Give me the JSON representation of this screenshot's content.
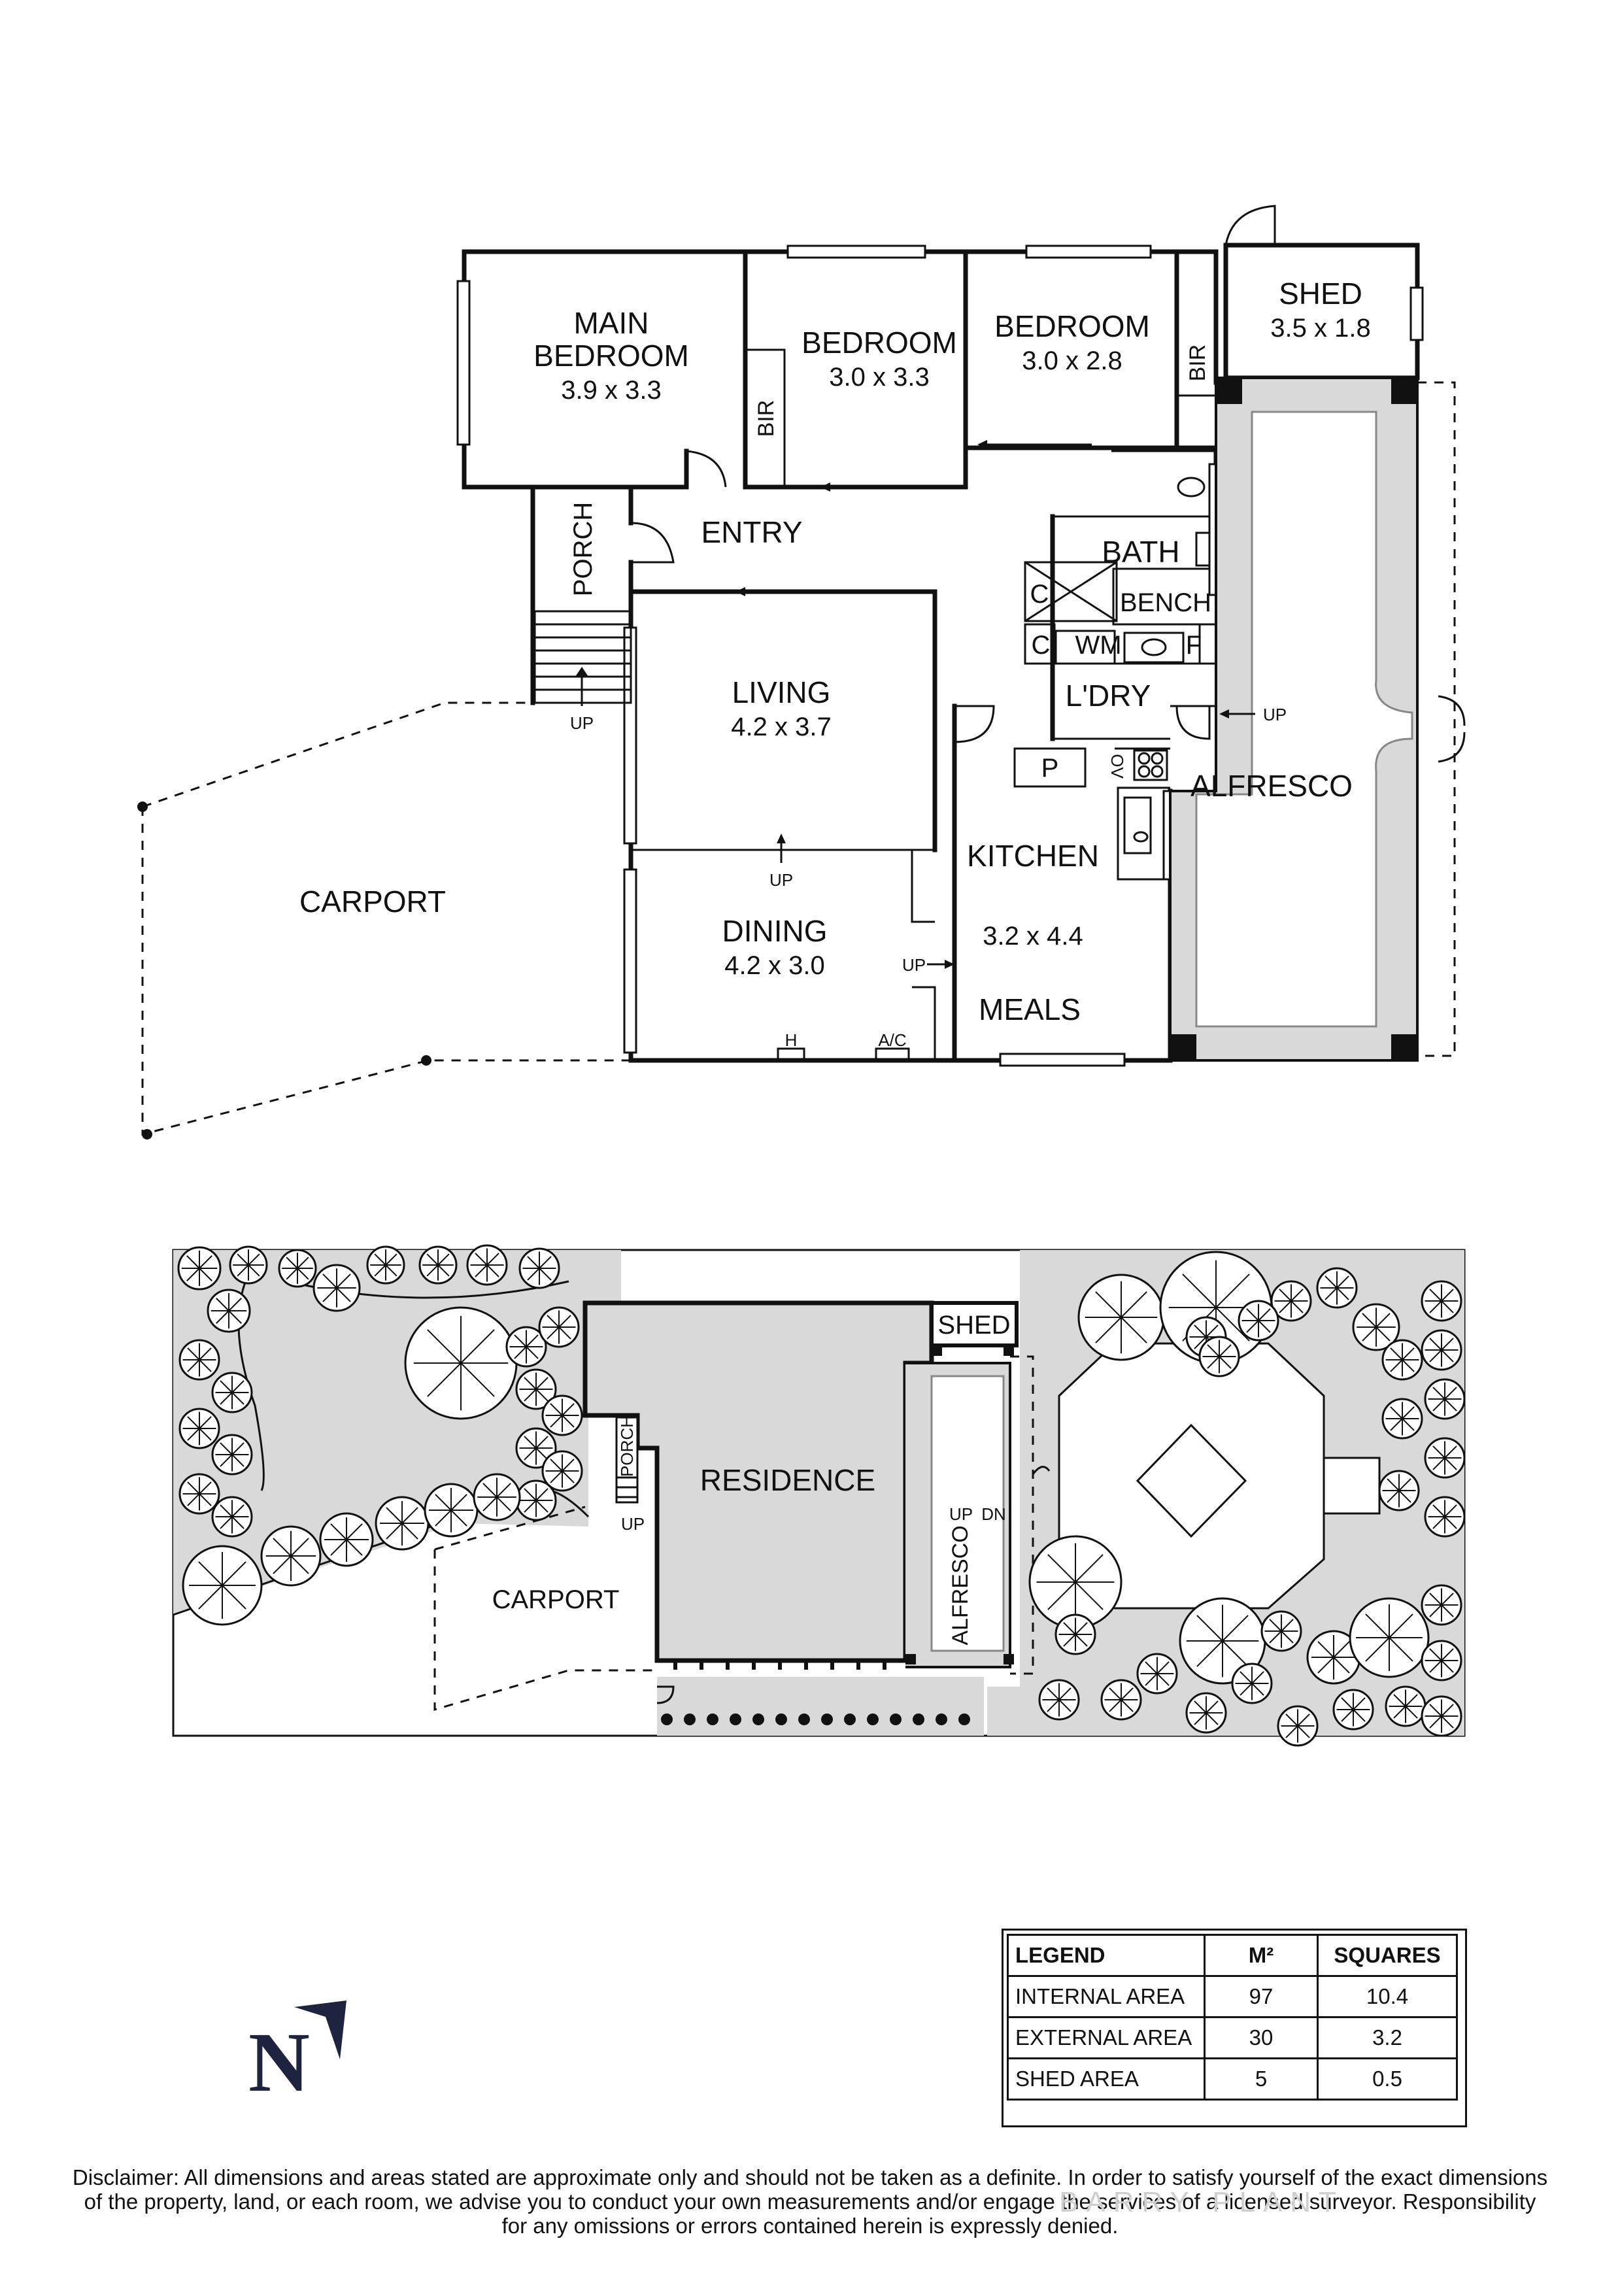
{
  "floorplan": {
    "rooms": [
      {
        "id": "main-bedroom",
        "name_line1": "MAIN",
        "name_line2": "BEDROOM",
        "size": "3.9 x 3.3"
      },
      {
        "id": "bedroom-2",
        "name": "BEDROOM",
        "size": "3.0 x 3.3"
      },
      {
        "id": "bedroom-3",
        "name": "BEDROOM",
        "size": "3.0 x 2.8"
      },
      {
        "id": "shed",
        "name": "SHED",
        "size": "3.5 x 1.8"
      },
      {
        "id": "living",
        "name": "LIVING",
        "size": "4.2 x 3.7"
      },
      {
        "id": "dining",
        "name": "DINING",
        "size": "4.2 x 3.0"
      },
      {
        "id": "kitchen",
        "name": "KITCHEN",
        "size": "3.2 x 4.4"
      }
    ],
    "labels": {
      "entry": "ENTRY",
      "porch": "PORCH",
      "bir": "BIR",
      "bath": "BATH",
      "bench": "BENCH",
      "c": "C",
      "wm": "WM",
      "f": "F",
      "laundry": "L'DRY",
      "pantry": "P",
      "oven": "OV",
      "alfresco": "ALFRESCO",
      "meals": "MEALS",
      "carport": "CARPORT",
      "up": "UP",
      "heater": "H",
      "aircon": "A/C"
    }
  },
  "siteplan": {
    "labels": {
      "shed": "SHED",
      "residence": "RESIDENCE",
      "porch": "PORCH",
      "up": "UP",
      "dn": "DN",
      "alfresco": "ALFRESCO",
      "carport": "CARPORT"
    }
  },
  "legend": {
    "headers": [
      "LEGEND",
      "M²",
      "SQUARES"
    ],
    "rows": [
      {
        "label": "INTERNAL AREA",
        "m2": "97",
        "squares": "10.4"
      },
      {
        "label": "EXTERNAL AREA",
        "m2": "30",
        "squares": "3.2"
      },
      {
        "label": "SHED AREA",
        "m2": "5",
        "squares": "0.5"
      }
    ]
  },
  "compass": {
    "letter": "N"
  },
  "disclaimer": {
    "line1": "Disclaimer: All dimensions and areas stated are approximate only and should not be taken as a definite. In order to satisfy yourself of the exact dimensions",
    "line2": "of the property, land, or each room, we advise you to conduct your own measurements and/or engage the services of a licensed surveyor. Responsibility",
    "line3": "for any omissions or errors contained herein is expressly denied."
  },
  "watermark": {
    "text": "BARRY PLANT"
  }
}
